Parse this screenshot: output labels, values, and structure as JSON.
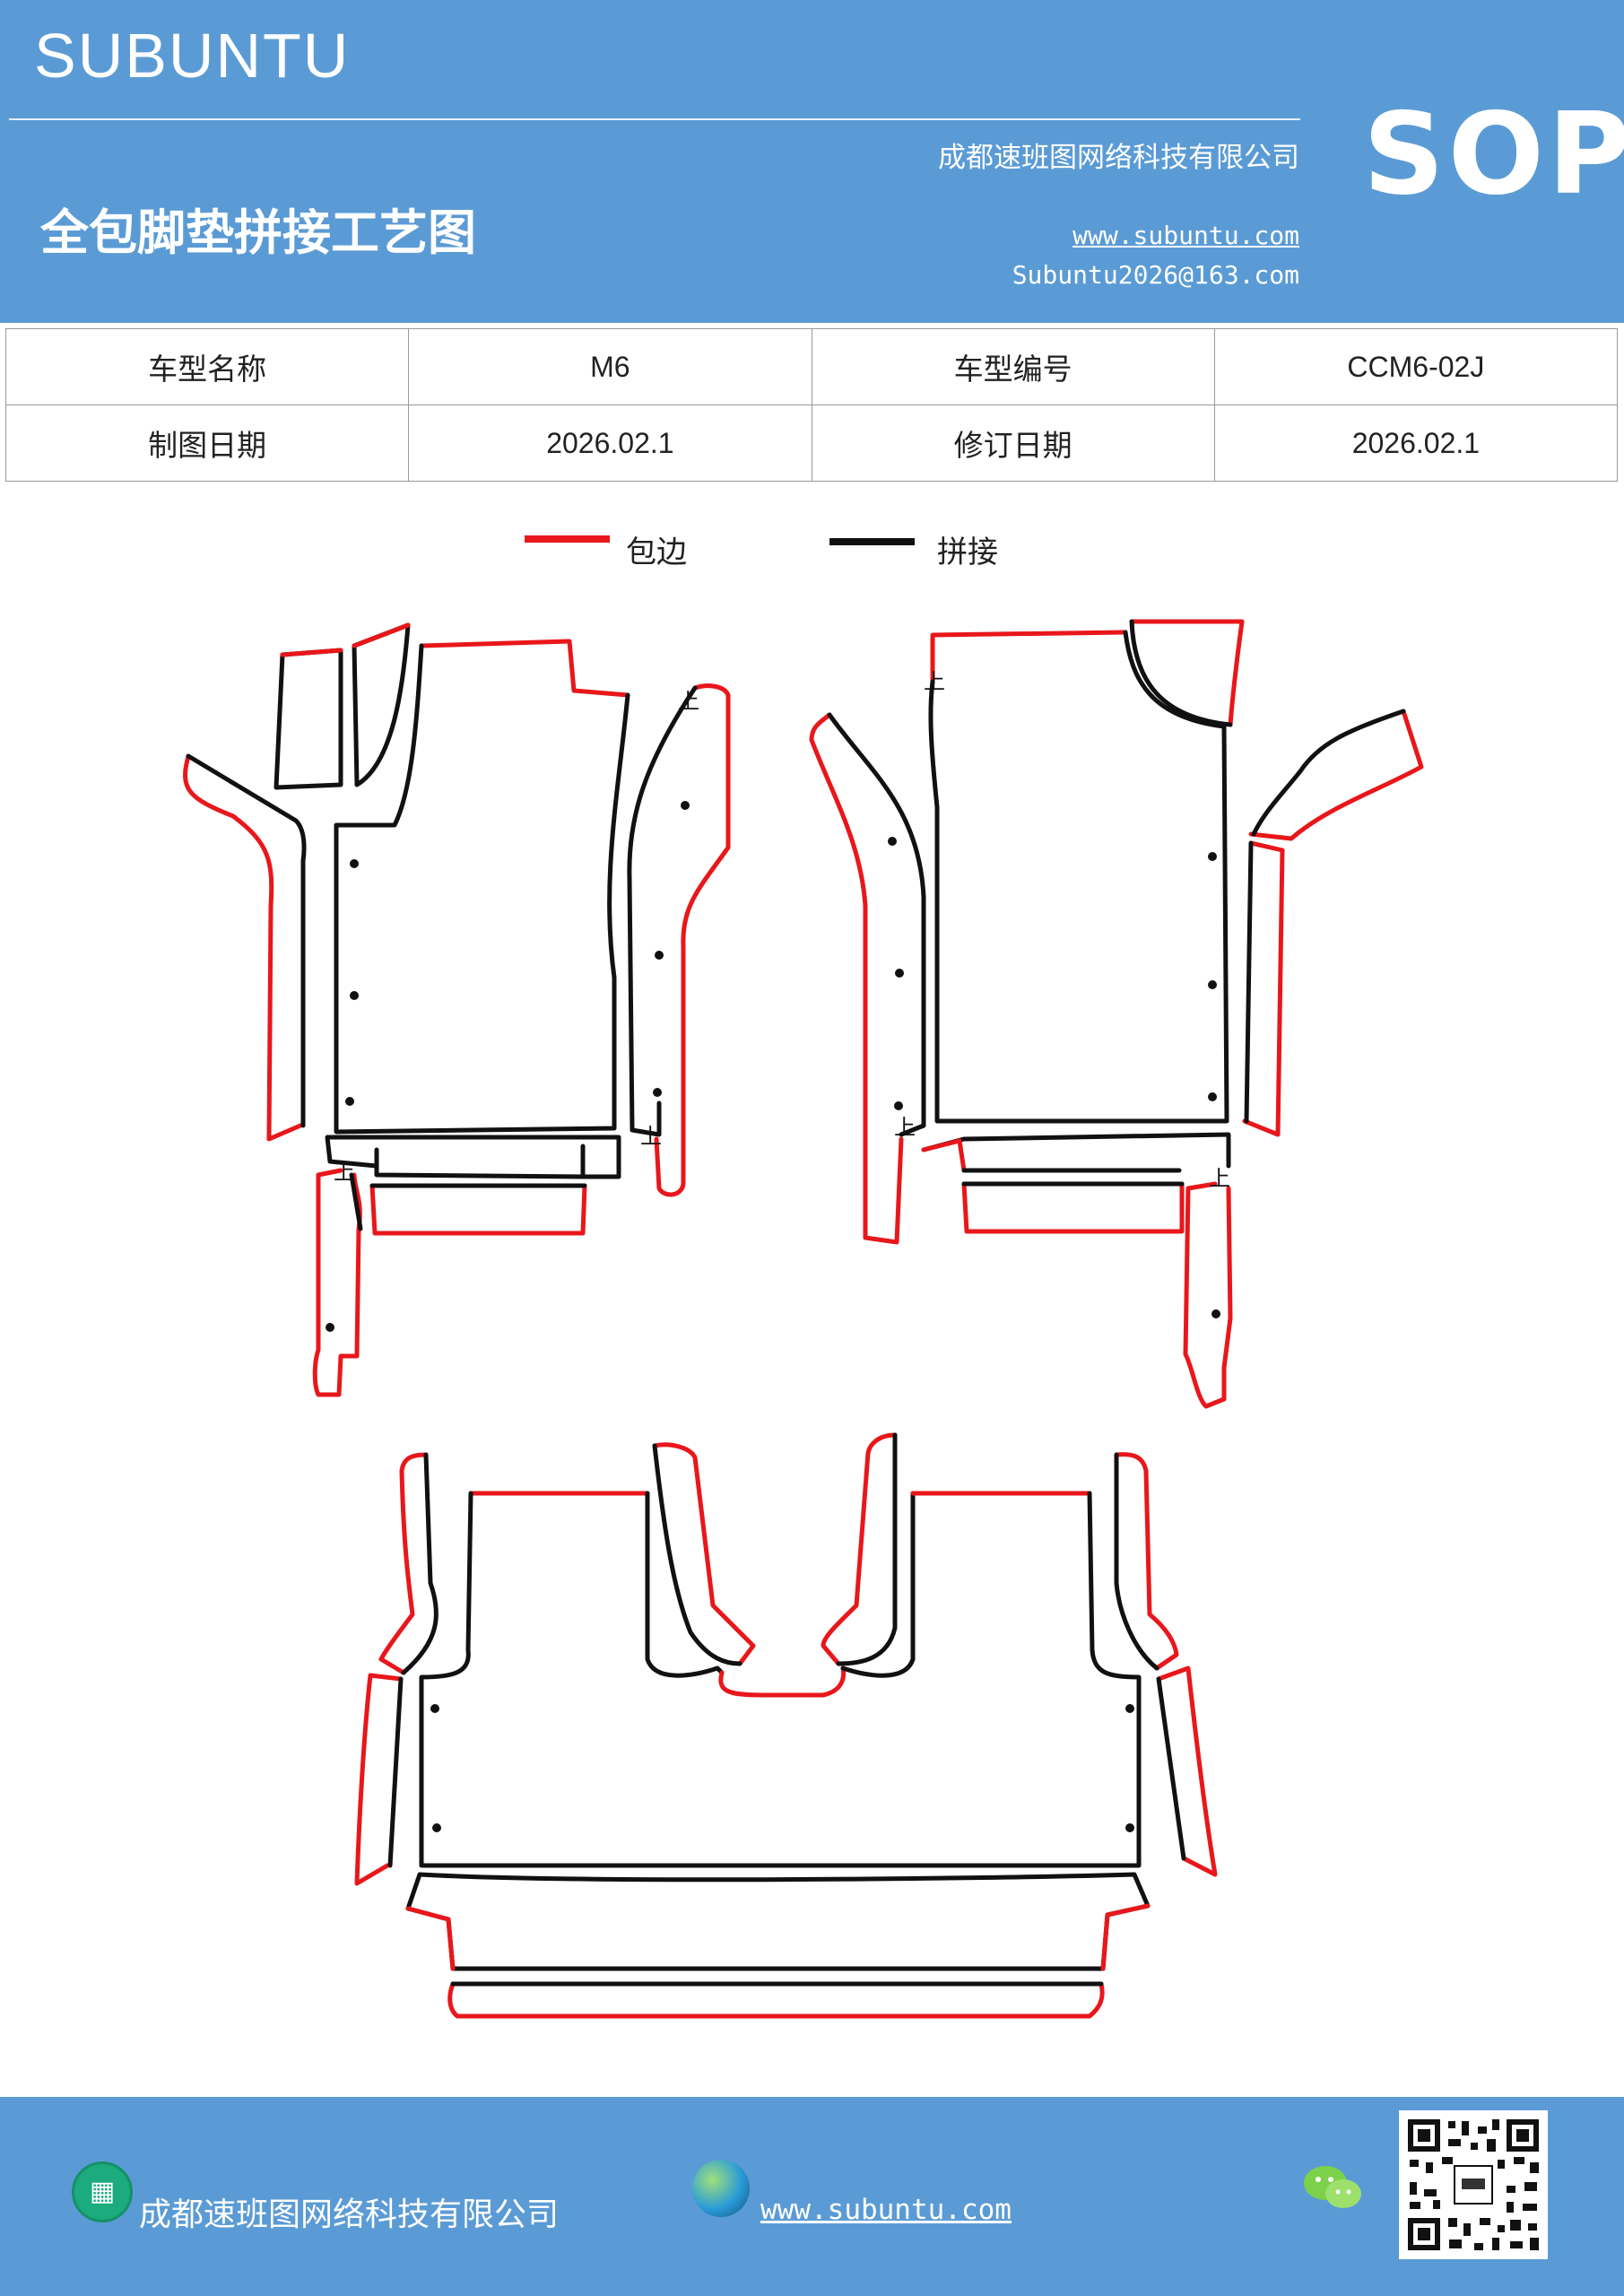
{
  "header": {
    "brand": "SUBUNTU",
    "company": "成都速班图网络科技有限公司",
    "title": "全包脚垫拼接工艺图",
    "website": "www.subuntu.com",
    "email": "Subuntu2026@163.com",
    "badge": "SOP"
  },
  "info_table": {
    "row1": {
      "label1": "车型名称",
      "value1": "M6",
      "label2": "车型编号",
      "value2": "CCM6-02J"
    },
    "row2": {
      "label1": "制图日期",
      "value1": "2026.02.1",
      "label2": "修订日期",
      "value2": "2026.02.1"
    }
  },
  "legend": {
    "edge": {
      "label": "包边",
      "color": "#e8171b"
    },
    "seam": {
      "label": "拼接",
      "color": "#111111"
    }
  },
  "markers": {
    "joint_mark": "上"
  },
  "footer": {
    "company": "成都速班图网络科技有限公司",
    "website": "www.subuntu.com",
    "icons": [
      "building-icon",
      "globe-icon",
      "wechat-icon",
      "qr-code"
    ]
  },
  "colors": {
    "header_bg": "#5b9bd5",
    "edge": "#e8171b",
    "seam": "#111111"
  }
}
